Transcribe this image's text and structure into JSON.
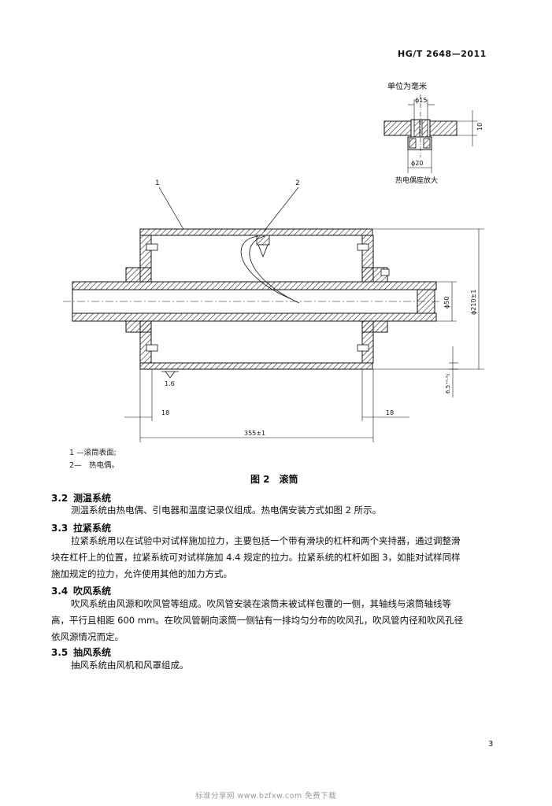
{
  "header": {
    "standard_code": "HG/T 2648—2011"
  },
  "detail": {
    "unit_label": "单位为毫米",
    "dim_phi15": "ϕ15",
    "dim_10": "10",
    "dim_phi20": "ϕ20",
    "caption": "热电偶座放大"
  },
  "drawing": {
    "callout_1": "1",
    "callout_2": "2",
    "dim_phi50": "ϕ50",
    "dim_phi210": "ϕ210±1",
    "dim_65": "6.5⁺⁰·⁵₀",
    "roughness": "1.6",
    "dim_18_left": "18",
    "dim_18_right": "18",
    "dim_355": "355±1"
  },
  "legend": [
    {
      "text": "1 —滚筒表面;"
    },
    {
      "text": "2—　热电偶。"
    }
  ],
  "figure": {
    "title": "图 2　滚筒"
  },
  "sections": [
    {
      "num": "3.2",
      "title": "测温系统",
      "lines": [
        "测温系统由热电偶、引电器和温度记录仪组成。热电偶安装方式如图 2 所示。"
      ]
    },
    {
      "num": "3.3",
      "title": "拉紧系统",
      "lines": [
        "拉紧系统用以在试验中对试样施加拉力，主要包括一个带有滑块的杠杆和两个夹持器，通过调整滑",
        "块在杠杆上的位置，拉紧系统可对试样施加 4.4 规定的拉力。拉紧系统的杠杆如图 3，如能对试样同样",
        "施加规定的拉力，允许使用其他的加力方式。"
      ]
    },
    {
      "num": "3.4",
      "title": "吹风系统",
      "lines": [
        "吹风系统由风源和吹风管等组成。吹风管安装在滚筒未被试样包覆的一侧，其轴线与滚筒轴线等",
        "高，平行且相距 600 mm。在吹风管朝向滚筒一侧钻有一排均匀分布的吹风孔，吹风管内径和吹风孔径",
        "依风源情况而定。"
      ]
    },
    {
      "num": "3.5",
      "title": "抽风系统",
      "lines": [
        "抽风系统由风机和风罩组成。"
      ]
    }
  ],
  "page_number": "3",
  "footer": {
    "watermark": "标准分享网 www.bzfxw.com 免费下载"
  }
}
